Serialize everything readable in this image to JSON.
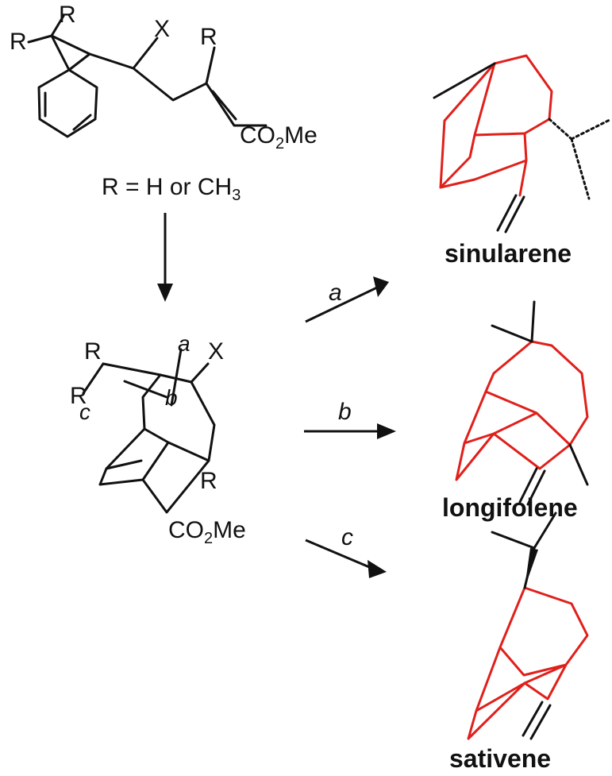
{
  "start": {
    "r1": "R",
    "r2": "R",
    "r3": "R",
    "x": "X",
    "ester": "CO",
    "ester_sub": "2",
    "ester_tail": "Me",
    "condition": "R = H or CH",
    "condition_sub": "3"
  },
  "intermediate": {
    "r1": "R",
    "r2": "R",
    "r3": "R",
    "x": "X",
    "bond_a": "a",
    "bond_b": "b",
    "bond_c": "c",
    "ester": "CO",
    "ester_sub": "2",
    "ester_tail": "Me"
  },
  "paths": [
    {
      "label": "a"
    },
    {
      "label": "b"
    },
    {
      "label": "c"
    }
  ],
  "products": [
    {
      "name": "sinularene"
    },
    {
      "name": "longifolene"
    },
    {
      "name": "sativene"
    }
  ],
  "colors": {
    "skeleton": "#e0201b",
    "ink": "#111111"
  }
}
